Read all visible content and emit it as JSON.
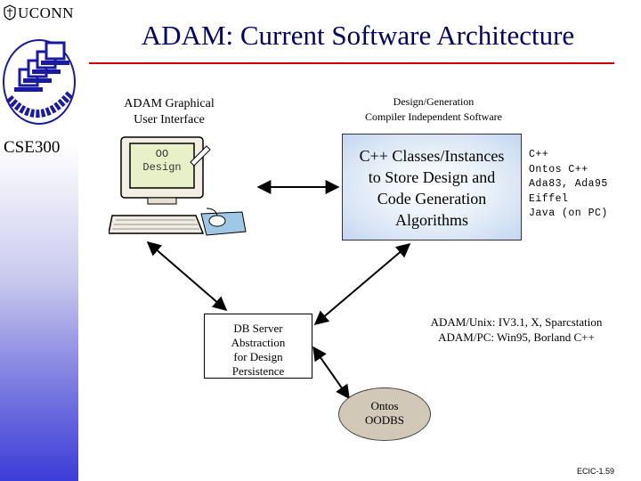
{
  "header": {
    "university": "UCONN",
    "title": "ADAM: Current Software Architecture",
    "course": "CSE300"
  },
  "diagram": {
    "gui_label": [
      "ADAM Graphical",
      "User Interface"
    ],
    "screen_text": [
      "OO",
      "Design"
    ],
    "design_label": [
      "Design/Generation",
      "Compiler Independent Software"
    ],
    "classes_box": [
      "C++ Classes/Instances",
      "to Store Design and",
      "Code Generation",
      "Algorithms"
    ],
    "languages": [
      "C++",
      "Ontos C++",
      "Ada83, Ada95",
      "Eiffel",
      "Java (on PC)"
    ],
    "platforms": [
      "ADAM/Unix: IV3.1, X, Sparcstation",
      "ADAM/PC: Win95, Borland C++"
    ],
    "db_box": [
      "DB Server",
      "Abstraction",
      "for Design",
      "Persistence"
    ],
    "ontos": [
      "Ontos",
      "OODBS"
    ]
  },
  "footer": {
    "slide_id": "ECIC-1.59"
  }
}
